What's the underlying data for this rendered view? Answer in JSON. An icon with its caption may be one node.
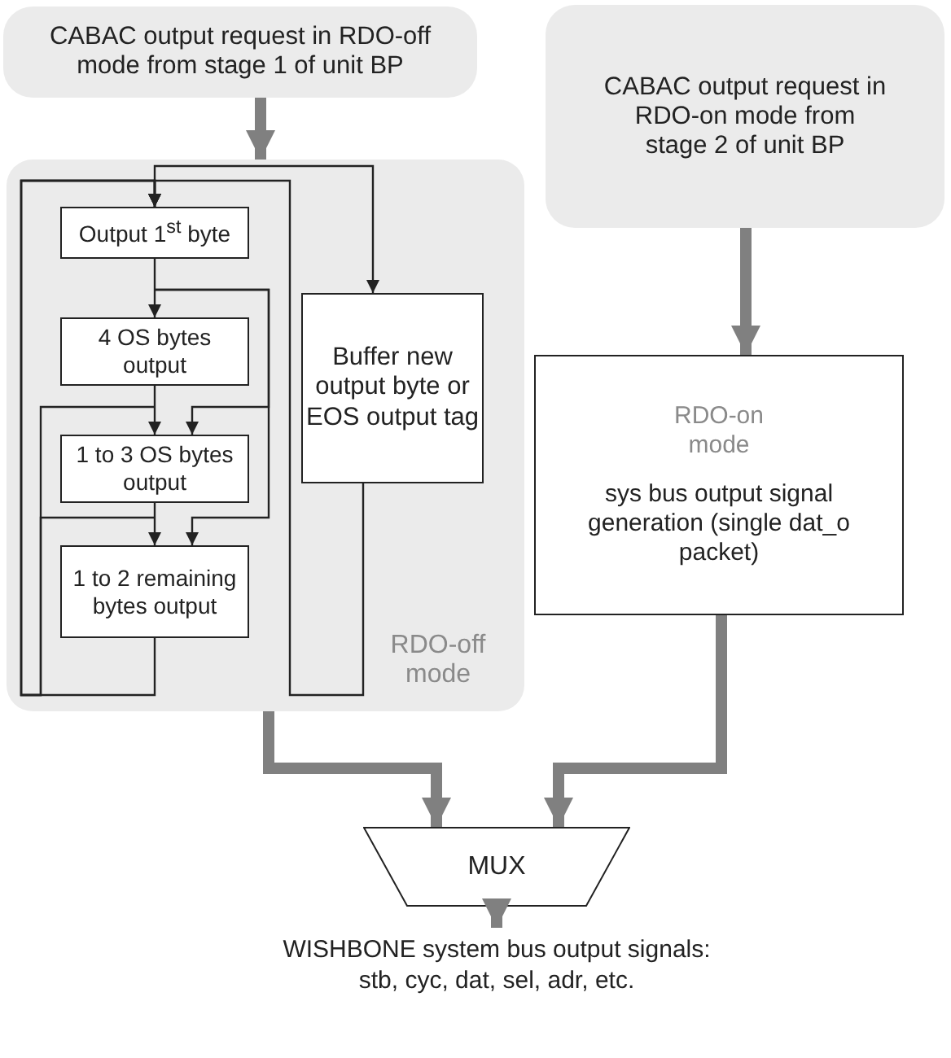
{
  "diagram": {
    "nodes": [
      {
        "text": [
          "CABAC output request in RDO-off mode from stage 1 of unit BP"
        ]
      },
      {
        "text": [
          "RDO-off mode"
        ]
      },
      {
        "text": [
          "Output 1$^{st}$ byte"
        ],
        "in": 1
      },
      {
        "text": [
          "4 OS bytes output"
        ],
        "in": 1
      },
      {
        "text": [
          "1 to 3 OS bytes output"
        ],
        "in": 1
      },
      {
        "text": [
          "1 to 2 remaining bytes output"
        ],
        "in": 1
      },
      {
        "text": [
          "Buffer new output byte or EOS output tag"
        ],
        "in": 1
      },
      {
        "text": [
          "CABAC output request in RDO-on mode from stage 2 of unit BP"
        ]
      },
      {
        "text": [
          "RDO-on mode",
          "sys bus output signal generation (single dat_o packet)"
        ]
      },
      {
        "text": [
          "MUX"
        ]
      },
      {
        "text": [
          "WISHBONE system bus output signals: stb, cyc, dat, sel, adr, etc."
        ]
      }
    ],
    "edges": [
      {
        "from": 0,
        "to": 1,
        "arrow": "to",
        "style": "thick",
        "color": "#808080"
      },
      {
        "from": null,
        "to": 2,
        "arrow": "to"
      },
      {
        "from": null,
        "to": 6,
        "arrow": "to"
      },
      {
        "from": 2,
        "to": 3,
        "arrow": "to"
      },
      {
        "from": 2,
        "to": 4,
        "arrow": "to"
      },
      {
        "from": 2,
        "to": 5,
        "arrow": "to"
      },
      {
        "from": 3,
        "to": 4,
        "arrow": "to"
      },
      {
        "from": 4,
        "to": 5,
        "arrow": "to"
      },
      {
        "from": 3,
        "to": 2,
        "arrow": "to"
      },
      {
        "from": 4,
        "to": 2,
        "arrow": "to"
      },
      {
        "from": 5,
        "to": 2,
        "arrow": "to"
      },
      {
        "from": 6,
        "to": 2,
        "arrow": "to"
      },
      {
        "from": 7,
        "to": 8,
        "arrow": "to",
        "style": "thick",
        "color": "#808080"
      },
      {
        "from": 1,
        "to": 9,
        "arrow": "to",
        "style": "thick",
        "color": "#808080"
      },
      {
        "from": 8,
        "to": 9,
        "arrow": "to",
        "style": "thick",
        "color": "#808080"
      },
      {
        "from": 9,
        "to": 10,
        "arrow": "to",
        "style": "thick",
        "color": "#808080"
      }
    ]
  }
}
